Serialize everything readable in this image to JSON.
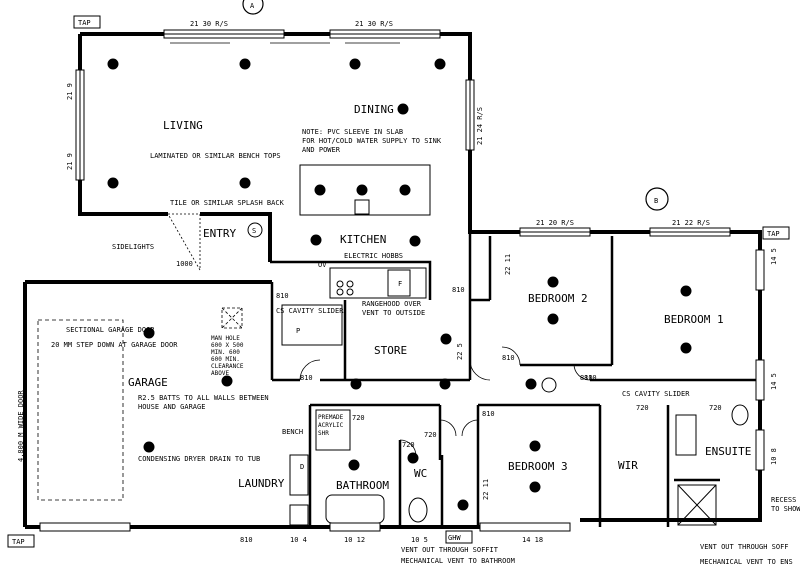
{
  "rooms": {
    "living": "LIVING",
    "dining": "DINING",
    "kitchen": "KITCHEN",
    "entry": "ENTRY",
    "garage": "GARAGE",
    "store": "STORE",
    "bed1": "BEDROOM 1",
    "bed2": "BEDROOM 2",
    "bed3": "BEDROOM 3",
    "laundry": "LAUNDRY",
    "bathroom": "BATHROOM",
    "wc": "WC",
    "wir": "WIR",
    "ensuite": "ENSUITE"
  },
  "notes": {
    "pvc1": "NOTE: PVC SLEEVE IN SLAB",
    "pvc2": "FOR HOT/COLD WATER SUPPLY TO SINK",
    "pvc3": "AND POWER",
    "bench": "LAMINATED OR SIMILAR BENCH TOPS",
    "tile": "TILE OR SIMILAR SPLASH BACK",
    "sidelights": "SIDELIGHTS",
    "hobbs": "ELECTRIC HOBBS",
    "ov": "OV",
    "cs_slider": "CS CAVITY SLIDER",
    "range1": "RANGEHOOD OVER",
    "range2": "VENT TO OUTSIDE",
    "sect_door": "SECTIONAL GARAGE DOOR",
    "stepdown": "20 MM STEP DOWN AT GARAGE DOOR",
    "manhole1": "MAN HOLE",
    "manhole2": "600 X 500",
    "manhole3": "MIN. 600",
    "manhole4": "600 MIN.",
    "manhole5": "CLEARANCE",
    "manhole6": "ABOVE",
    "batts1": "R2.5 BATTS TO ALL WALLS BETWEEN",
    "batts2": "HOUSE AND GARAGE",
    "bench_lbl": "BENCH",
    "premade1": "PREMADE",
    "premade2": "ACRYLIC",
    "premade3": "SHR",
    "dryer": "CONDENSING DRYER DRAIN TO TUB",
    "door_w": "4,800 M WIDE DOOR",
    "cs_slider2": "CS CAVITY SLIDER",
    "recess1": "RECESS",
    "recess2": "TO SHOW",
    "vent_soffit": "VENT OUT THROUGH SOFFIT",
    "mech_bath": "MECHANICAL VENT TO BATHROOM",
    "vent_soffit2": "VENT OUT THROUGH SOFF",
    "mech_ens": "MECHANICAL VENT TO ENS",
    "tap1": "TAP",
    "tap2": "TAP",
    "tap3": "TAP",
    "ghw": "GHW",
    "sec_a": "A",
    "sec_b": "B",
    "d": "D",
    "p": "P",
    "f": "F",
    "s": "S"
  },
  "dims": {
    "d1": "21 30 R/S",
    "d2": "21 30 R/S",
    "d3": "21 24 R/S",
    "d4": "21 9",
    "d5": "21 9",
    "d6": "21 20 R/S",
    "d7": "21 22 R/S",
    "d8": "14 5",
    "d9": "14 5",
    "d10": "10 8",
    "d11": "22 11",
    "d12": "22 5",
    "d13": "22 11",
    "d14": "1000",
    "d15": "810",
    "d16": "810",
    "d17": "810",
    "d18": "810",
    "d19": "810",
    "d20": "810",
    "d21": "810",
    "d22": "720",
    "d23": "720",
    "d24": "720",
    "d25": "720",
    "d26": "720",
    "d27": "10 4",
    "d28": "10 12",
    "d29": "10 5",
    "d30": "14 18",
    "d31": "810"
  }
}
